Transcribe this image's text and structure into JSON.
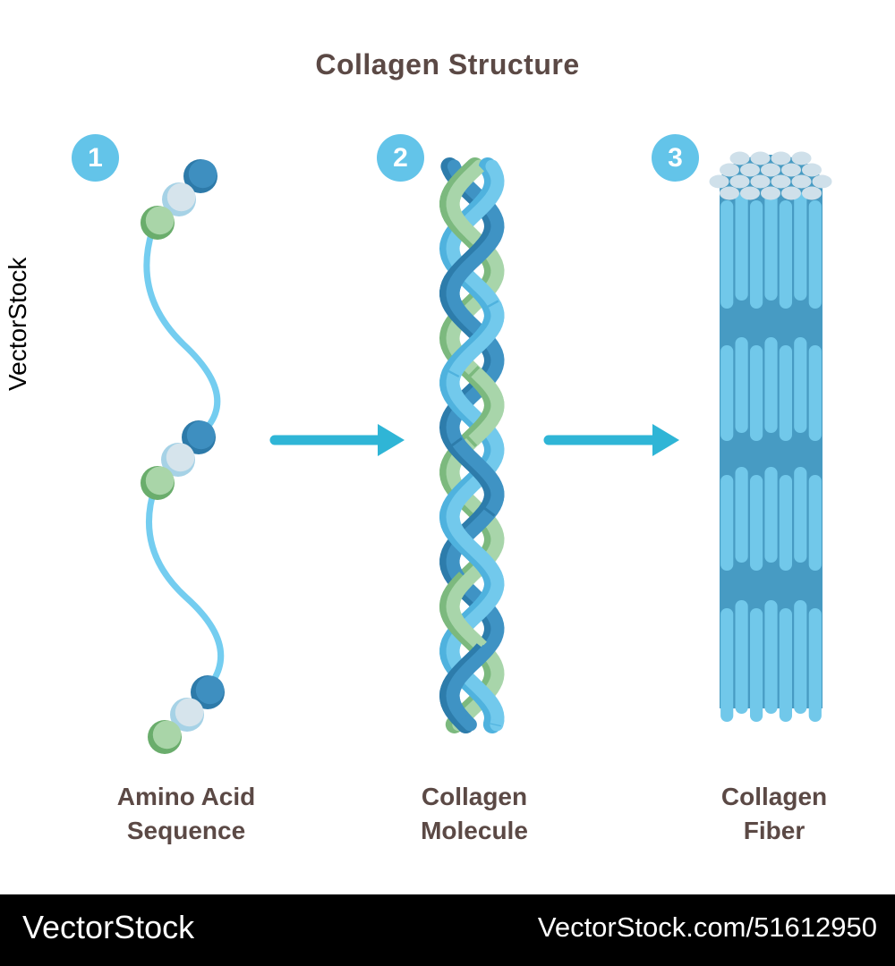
{
  "title": "Collagen Structure",
  "steps": [
    {
      "number": "1",
      "label": "Amino Acid\nSequence"
    },
    {
      "number": "2",
      "label": "Collagen\nMolecule"
    },
    {
      "number": "3",
      "label": "Collagen\nFiber"
    }
  ],
  "watermark": {
    "side_text": "VectorStock",
    "bar_left": "VectorStock",
    "bar_right": "VectorStock.com/51612950"
  },
  "colors": {
    "label_brown": "#5b4945",
    "badge_blue": "#63c4e9",
    "accent_teal": "#2fb5d6",
    "chain_blue": "#74cdf0",
    "bead_dark_blue": "#3e8fc0",
    "bead_dark_blue_shade": "#2d7aa9",
    "bead_pale": "#d6e4ec",
    "bead_pale_shade": "#a6d2e6",
    "bead_green": "#a9d5a8",
    "bead_green_shade": "#6aad6c",
    "helix_light_blue": "#72c9ec",
    "helix_light_blue_shade": "#4fb2de",
    "helix_dark_blue": "#3f93c4",
    "helix_dark_blue_shade": "#2d7cab",
    "helix_green": "#a8d5aa",
    "helix_green_shade": "#7cb97e",
    "fiber_rod": "#71c8ea",
    "fiber_dark": "#479bc3",
    "fiber_end_ellipse": "#cfe0ea",
    "watermark_bg": "#000000"
  }
}
